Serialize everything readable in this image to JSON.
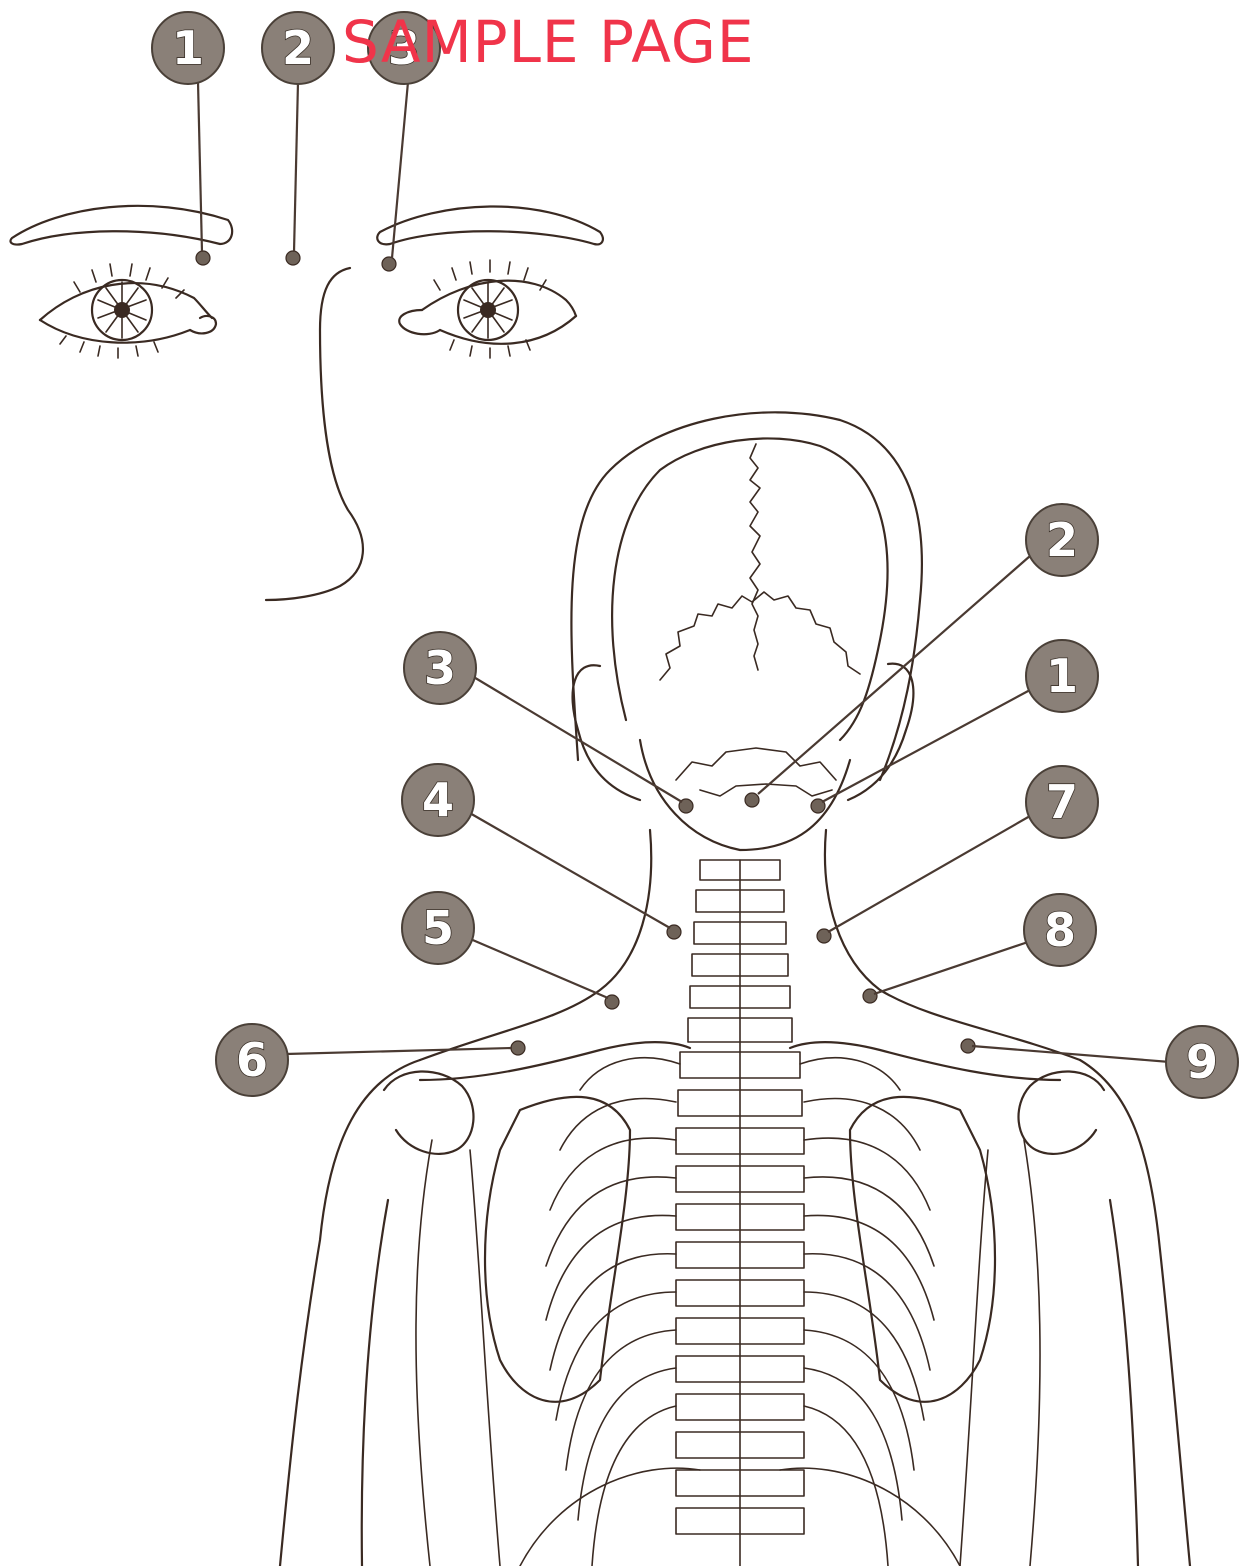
{
  "watermark": {
    "text": "SAMPLE PAGE",
    "color": "#f0344a"
  },
  "face_labels": [
    "1",
    "2",
    "3"
  ],
  "back_labels": [
    "1",
    "2",
    "3",
    "4",
    "5",
    "6",
    "7",
    "8",
    "9"
  ],
  "colors": {
    "line_art": "#3a2a22",
    "badge_fill": "#8a8078",
    "point_fill": "#6e6258"
  }
}
